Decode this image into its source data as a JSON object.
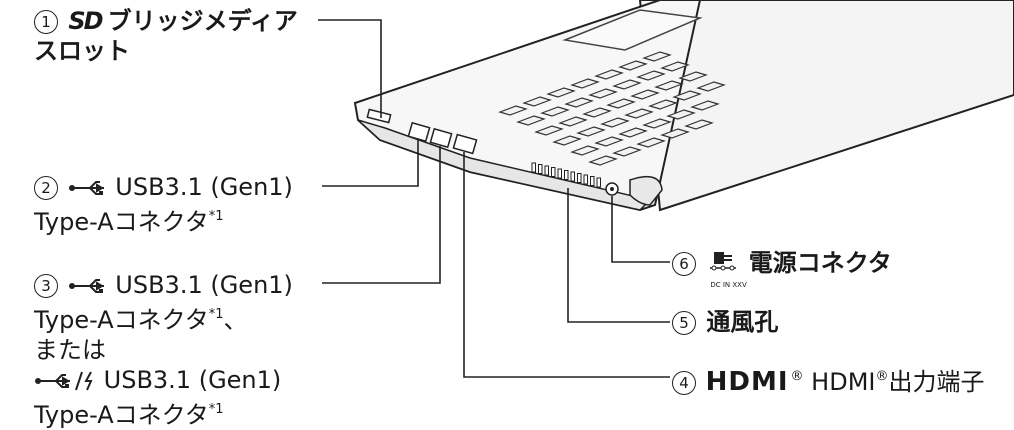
{
  "labels": {
    "sd": {
      "num": "1",
      "logo": "SD",
      "line1": "ブリッジメディア",
      "line2": "スロット"
    },
    "usb1": {
      "num": "2",
      "line1": "USB3.1 (Gen1)",
      "line2": "Type-Aコネクタ",
      "mark": "*1"
    },
    "usb2": {
      "num": "3",
      "line1": "USB3.1 (Gen1)",
      "line2": "Type-Aコネクタ",
      "mark": "*1",
      "suffix": "、",
      "line3": "または",
      "line4": "USB3.1 (Gen1)",
      "line5": "Type-Aコネクタ",
      "mark2": "*1"
    },
    "hdmi": {
      "num": "4",
      "logo": "HDMI",
      "reg": "®",
      "text_pre": "HDMI",
      "text_post": "出力端子"
    },
    "vent": {
      "num": "5",
      "text": "通風孔"
    },
    "power": {
      "num": "6",
      "icon_caption": "DC IN XXV",
      "text": "電源コネクタ"
    }
  },
  "icons": [
    "sd-logo",
    "usb-icon",
    "usb-charge-icon",
    "hdmi-logo",
    "dc-in-icon"
  ]
}
